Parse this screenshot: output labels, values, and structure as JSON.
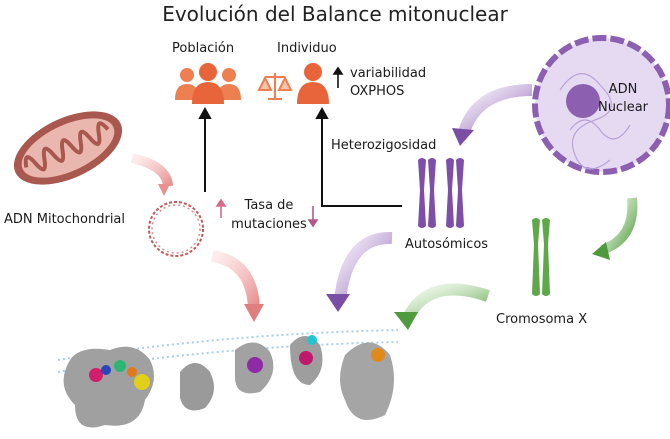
{
  "title": "Evolución del Balance mitonuclear",
  "labels": {
    "poblacion": "Población",
    "individuo": "Individuo",
    "variabilidad_line1": "variabilidad",
    "variabilidad_line2": "OXPHOS",
    "adn_nuclear_line1": "ADN",
    "adn_nuclear_line2": "Nuclear",
    "heterozigosidad": "Heterozigosidad",
    "adn_mitochondrial": "ADN Mitochondrial",
    "tasa_line1": "Tasa de",
    "tasa_line2": "mutaciones",
    "autosomicos": "Autosómicos",
    "cromosoma_x": "Cromosoma X"
  },
  "icons": {
    "population": "people-group-icon",
    "individual": "person-icon",
    "balance": "scale-icon",
    "mitochondrion": "mitochondrion-icon",
    "mtdna": "circular-dna-icon",
    "nucleus": "nucleus-icon",
    "autosomes": "chromosome-pair-icon",
    "x_chromosome": "x-chromosome-icon",
    "complexes": "oxphos-complexes-icon"
  },
  "colors": {
    "person_orange": "#ee7f50",
    "mito_arrow": "#f2a8a8",
    "nuclear_purple": "#8c5fb0",
    "chromosome_purple": "#7e4fa8",
    "x_green": "#5fa84a",
    "arrow_black": "#111111",
    "membrane_blue": "#a9cfe6"
  }
}
